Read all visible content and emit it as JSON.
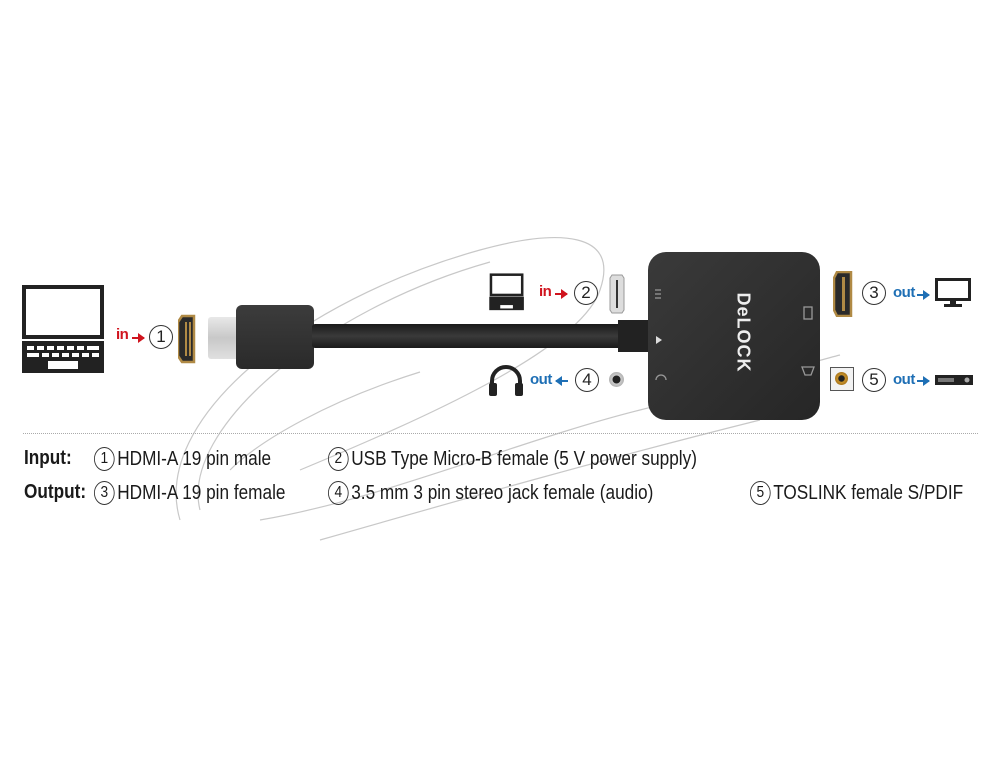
{
  "diagram": {
    "brand_logo": "DeLOCK",
    "connectors": [
      {
        "id": 1,
        "direction": "in",
        "device": "laptop",
        "type": "HDMI-A male"
      },
      {
        "id": 2,
        "direction": "in",
        "device": "laptop",
        "type": "USB Micro-B female"
      },
      {
        "id": 3,
        "direction": "out",
        "device": "monitor",
        "type": "HDMI-A female"
      },
      {
        "id": 4,
        "direction": "out",
        "device": "headphones",
        "type": "3.5 mm jack"
      },
      {
        "id": 5,
        "direction": "out",
        "device": "av-receiver",
        "type": "TOSLINK"
      }
    ],
    "labels": {
      "in": "in",
      "out": "out",
      "n1": "1",
      "n2": "2",
      "n3": "3",
      "n4": "4",
      "n5": "5"
    },
    "colors": {
      "in": "#d0141e",
      "out": "#1e6fb5",
      "device_body": "#2a2a2a",
      "hdmi_gold": "#b08a45"
    }
  },
  "legend": {
    "input_label": "Input:",
    "output_label": "Output:",
    "items": [
      {
        "num": "1",
        "text": "HDMI-A 19 pin male"
      },
      {
        "num": "2",
        "text": "USB Type Micro-B female (5 V power supply)"
      },
      {
        "num": "3",
        "text": "HDMI-A 19 pin female"
      },
      {
        "num": "4",
        "text": "3.5 mm 3 pin stereo jack female (audio)"
      },
      {
        "num": "5",
        "text": "TOSLINK female S/PDIF"
      }
    ]
  }
}
